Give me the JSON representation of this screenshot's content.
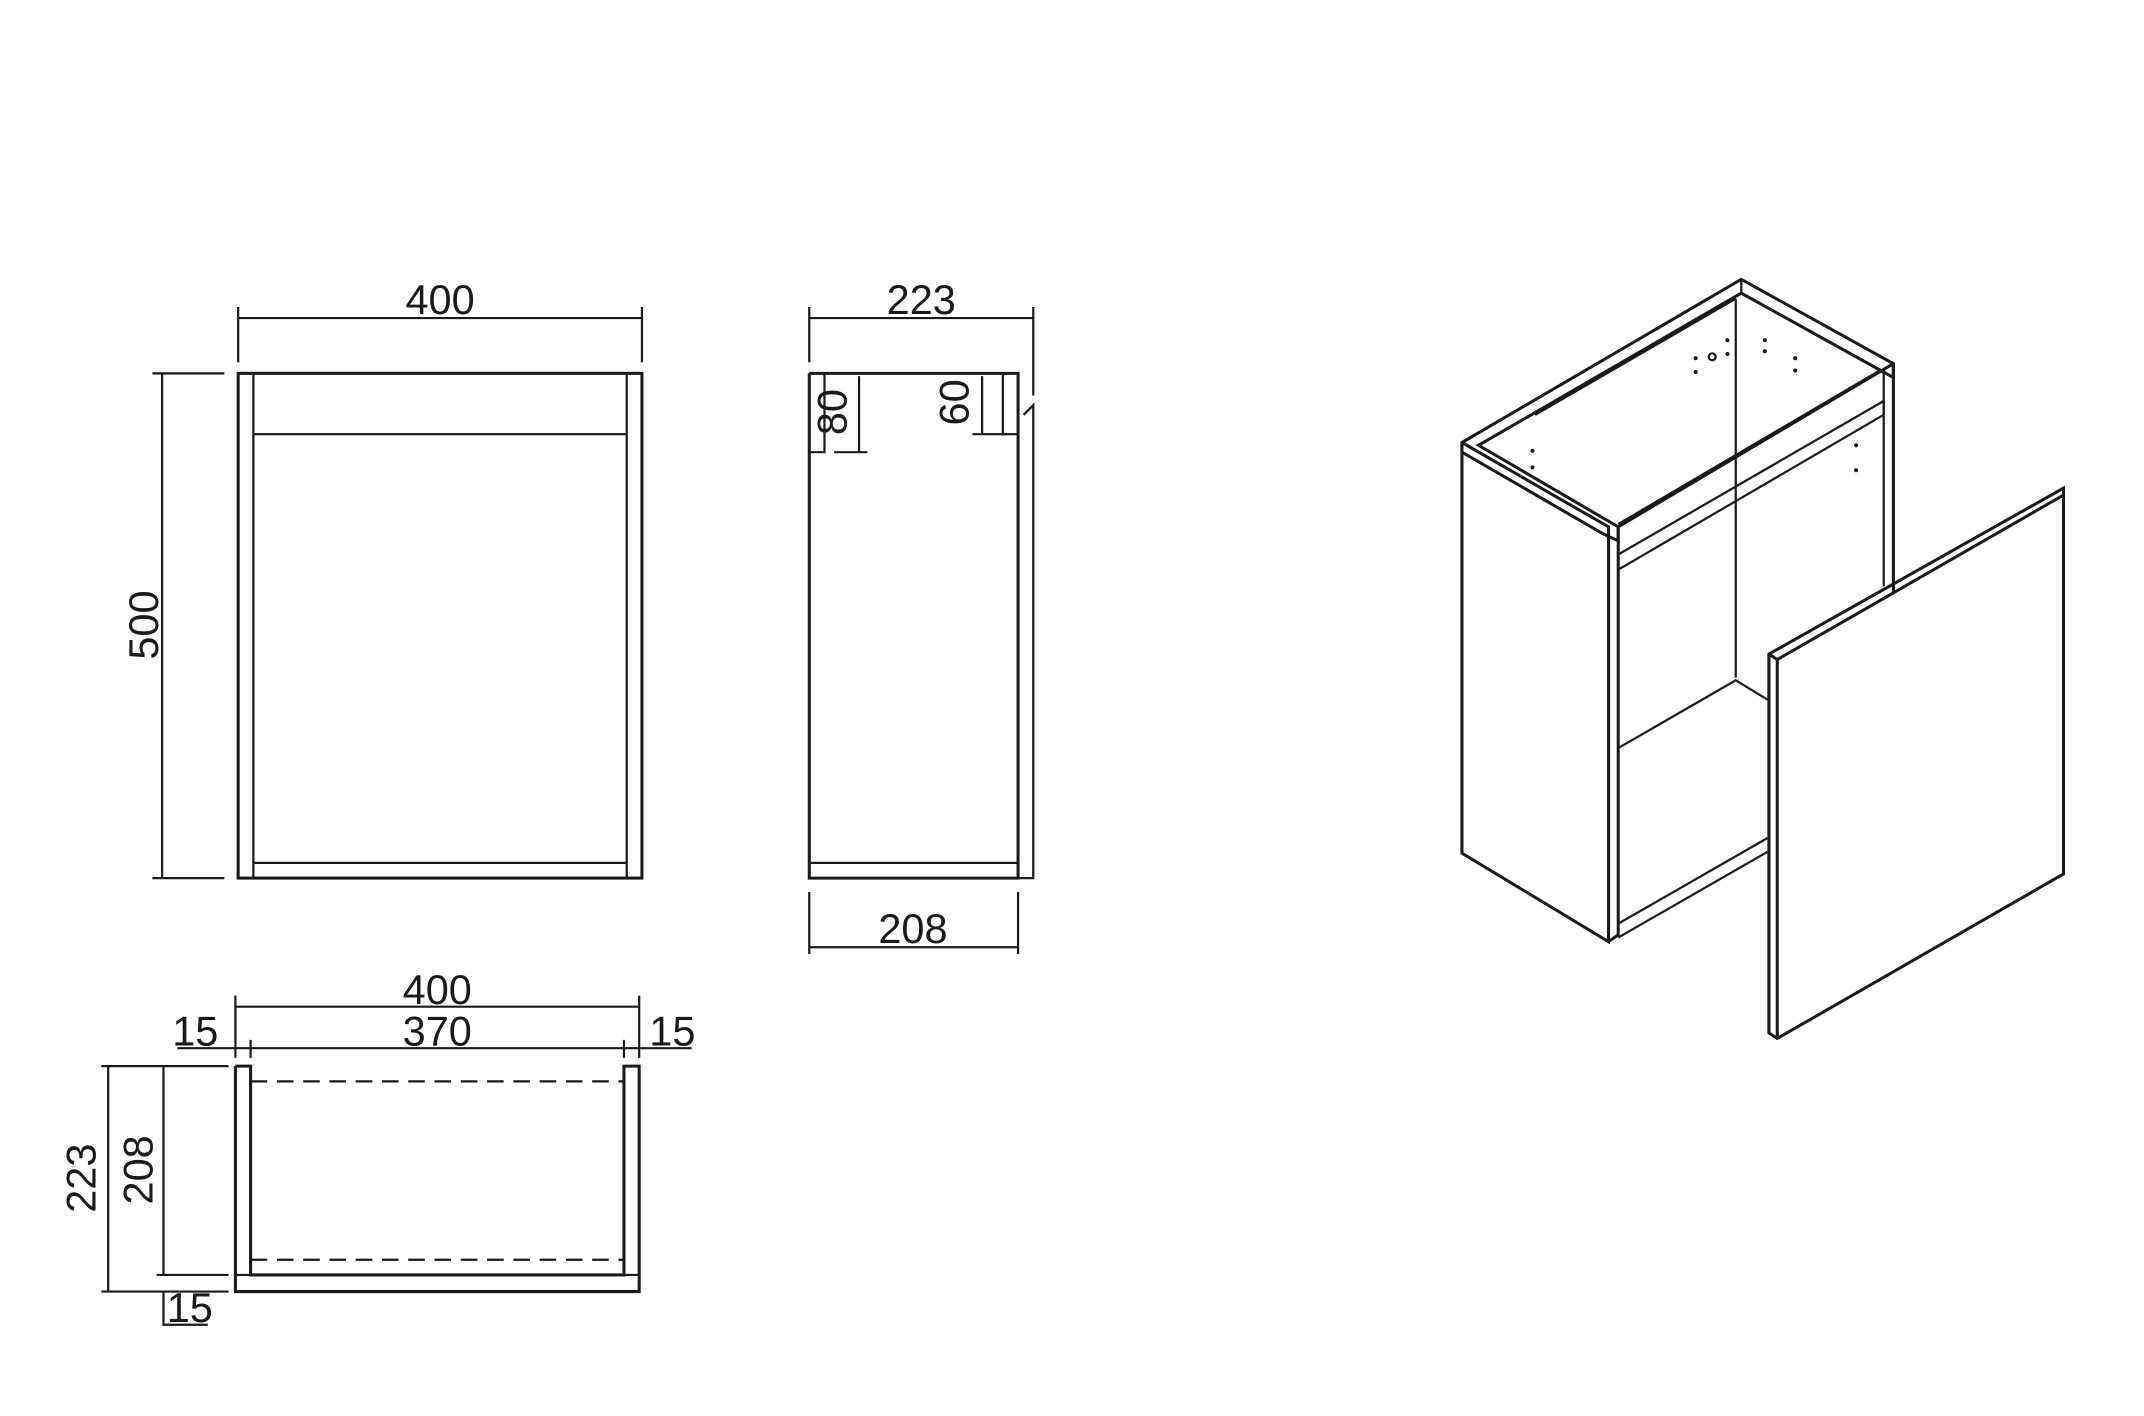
{
  "dimensions": {
    "front_width": "400",
    "front_height": "500",
    "side_depth_top": "223",
    "side_depth_bottom": "208",
    "rail_front": "80",
    "rail_back": "60",
    "plan_width": "400",
    "plan_inner_width": "370",
    "plan_left_panel": "15",
    "plan_right_panel": "15",
    "plan_depth": "223",
    "plan_inner_depth": "208",
    "plan_back_panel": "15"
  },
  "colors": {
    "line": "#1a1a1a",
    "background": "#ffffff"
  }
}
